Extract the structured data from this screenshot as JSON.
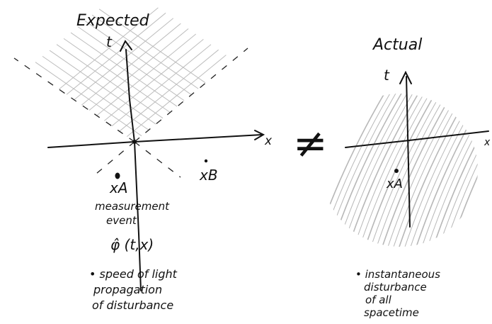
{
  "left_panel": {
    "title": "Expected",
    "t_axis_label": "t",
    "x_axis_label": "x",
    "event_a_label": "xA",
    "event_b_label": "xB",
    "measurement_label_lines": [
      "measurement",
      "event",
      "φ̂ (t,x)"
    ],
    "note_lines": [
      "• speed of light",
      "propagation",
      "of disturbance"
    ]
  },
  "separator": {
    "symbol": "≠"
  },
  "right_panel": {
    "title": "Actual",
    "t_axis_label": "t",
    "x_axis_label": "x",
    "event_a_label": "xA",
    "note_lines": [
      "• instantaneous",
      "disturbance",
      "of all",
      "spacetime"
    ]
  },
  "colors": {
    "ink": "#111111",
    "light_grid": "#bdbdbd",
    "hatch": "#b8b8b8"
  }
}
